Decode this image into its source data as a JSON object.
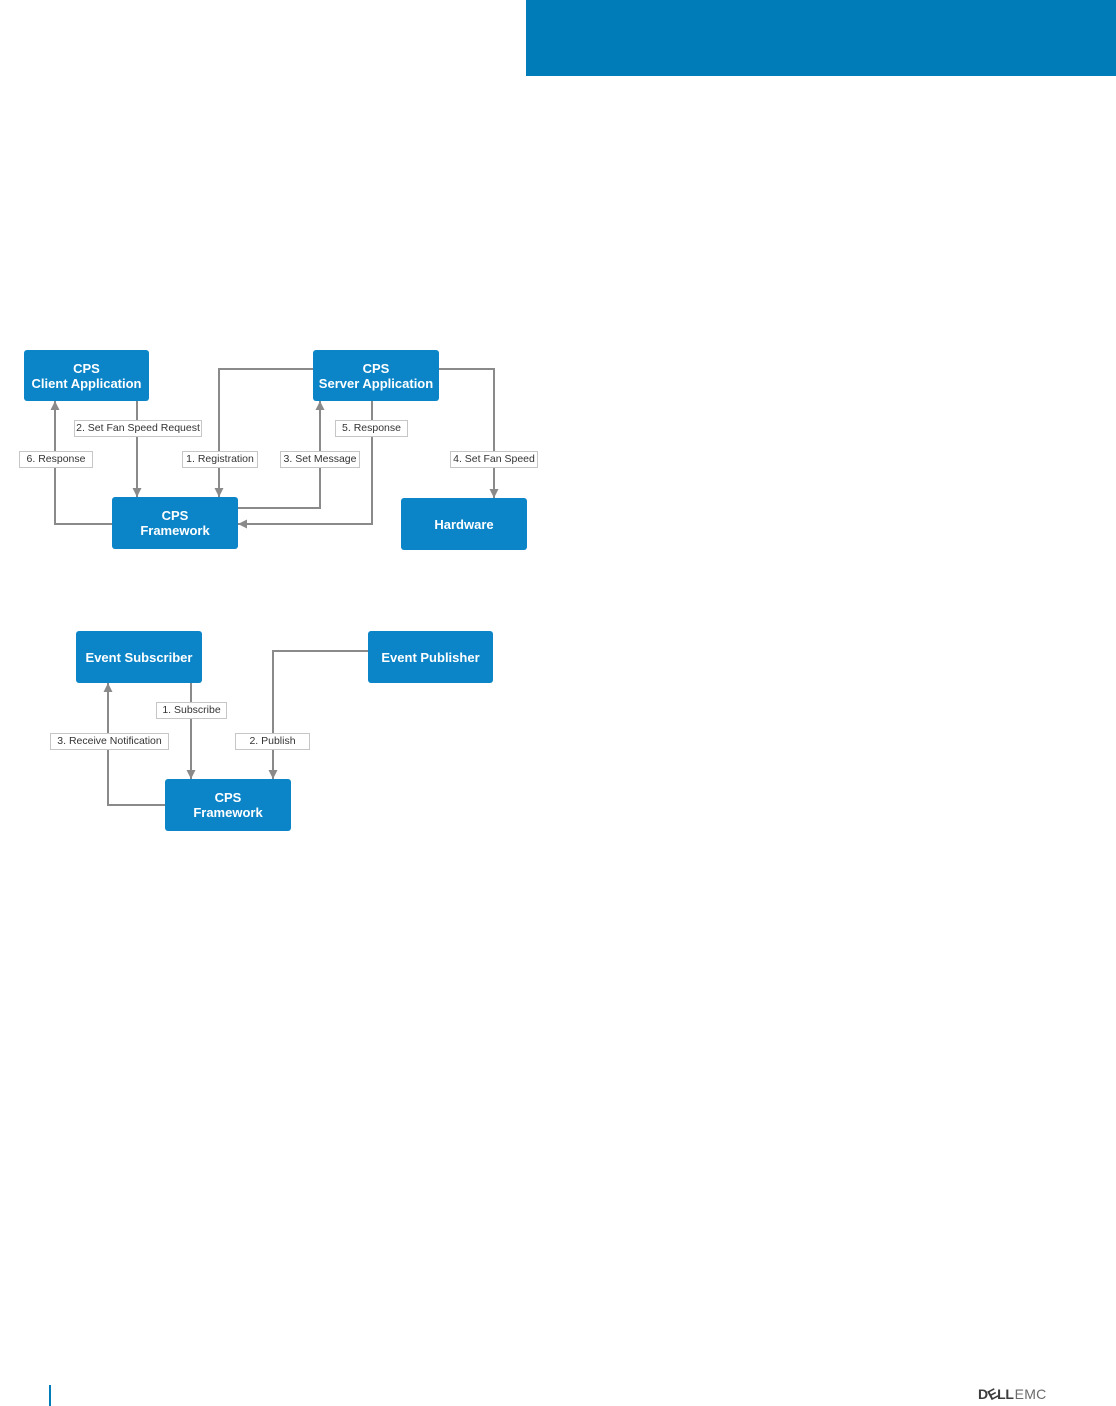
{
  "colors": {
    "brand": "#007DB8",
    "node_fill": "#0B85C7",
    "node_text": "#FFFFFF",
    "connector": "#8A8A8A",
    "label_border": "#C6C6C6"
  },
  "request_response_diagram": {
    "nodes": {
      "client_application": {
        "line1": "CPS",
        "line2": "Client Application"
      },
      "server_application": {
        "line1": "CPS",
        "line2": "Server Application"
      },
      "framework": {
        "line1": "CPS",
        "line2": "Framework"
      },
      "hardware": {
        "label": "Hardware"
      }
    },
    "edges": [
      {
        "label": "1. Registration"
      },
      {
        "label": "2. Set Fan Speed Request"
      },
      {
        "label": "3. Set Message"
      },
      {
        "label": "4. Set Fan Speed"
      },
      {
        "label": "5. Response"
      },
      {
        "label": "6. Response"
      }
    ]
  },
  "event_diagram": {
    "nodes": {
      "subscriber": {
        "label": "Event Subscriber"
      },
      "publisher": {
        "label": "Event Publisher"
      },
      "framework": {
        "line1": "CPS",
        "line2": "Framework"
      }
    },
    "edges": [
      {
        "label": "1. Subscribe"
      },
      {
        "label": "2. Publish"
      },
      {
        "label": "3. Receive Notification"
      }
    ]
  },
  "footer": {
    "logo": {
      "d": "D",
      "e": "E",
      "ll": "LL",
      "emc": "EMC"
    }
  }
}
